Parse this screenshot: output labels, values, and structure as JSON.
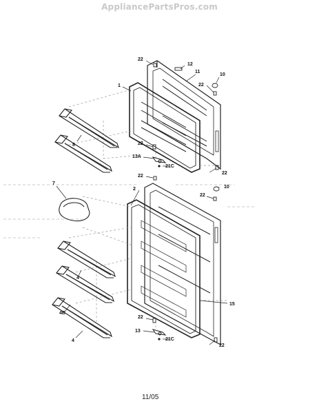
{
  "header": {
    "watermark": "AppliancePartsPros.com"
  },
  "footer": {
    "date": "11/05"
  },
  "diagram": {
    "callouts": [
      {
        "id": "c22a",
        "text": "22"
      },
      {
        "id": "c12",
        "text": "12"
      },
      {
        "id": "c11",
        "text": "11"
      },
      {
        "id": "c10a",
        "text": "10"
      },
      {
        "id": "c22b",
        "text": "22"
      },
      {
        "id": "c1",
        "text": "1"
      },
      {
        "id": "c8",
        "text": "8"
      },
      {
        "id": "c22c",
        "text": "22"
      },
      {
        "id": "c13a",
        "text": "13A"
      },
      {
        "id": "c21ca",
        "text": "21C"
      },
      {
        "id": "c22d",
        "text": "22"
      },
      {
        "id": "c22e",
        "text": "22"
      },
      {
        "id": "c10b",
        "text": "10"
      },
      {
        "id": "c22f",
        "text": "22"
      },
      {
        "id": "c2",
        "text": "2"
      },
      {
        "id": "c7",
        "text": "7"
      },
      {
        "id": "c4a",
        "text": "4"
      },
      {
        "id": "c4b",
        "text": "4B"
      },
      {
        "id": "c15",
        "text": "15"
      },
      {
        "id": "c22g",
        "text": "22"
      },
      {
        "id": "c13",
        "text": "13"
      },
      {
        "id": "c21cb",
        "text": "21C"
      },
      {
        "id": "c4c",
        "text": "4"
      },
      {
        "id": "c22h",
        "text": "22"
      }
    ]
  }
}
